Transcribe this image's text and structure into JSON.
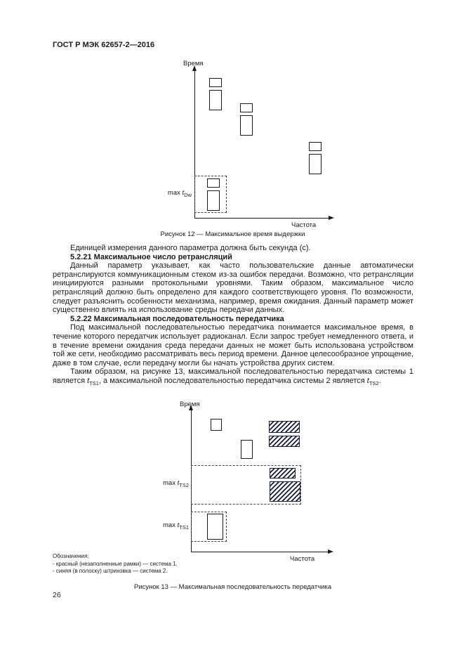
{
  "colors": {
    "ink": "#1a1a1a",
    "frame": "#1a1a1a",
    "hatch": "#141a45",
    "dash": "#444444"
  },
  "header": {
    "doc_number": "ГОСТ Р МЭК 62657-2—2016"
  },
  "figure12": {
    "y_axis": "Время",
    "x_axis": "Частота",
    "annotation": {
      "prefix": "max ",
      "var": "t",
      "sub": "Dw"
    },
    "caption": "Рисунок 12 — Максимальное время выдержки"
  },
  "body": {
    "p1": "Единицей измерения данного параметра должна быть секунда (с).",
    "h1": "5.2.21 Максимальное число ретрансляций",
    "p2": "Данный параметр указывает, как часто пользовательские данные автоматически ретранслируются коммуникационным стеком из-за ошибок передачи. Возможно, что ретрансляции инициируются разными протокольными уровнями. Таким образом, максимальное число ретрансляций должно быть определено для каждого соответствующего уровня. По возможности, следует разъяснить особенности механизма, например, время ожидания. Данный параметр может существенно влиять на использование среды передачи данных.",
    "h2": "5.2.22 Максимальная последовательность передатчика",
    "p3": "Под максимальной последовательностью передатчика понимается максимальное время, в течение которого передатчик использует радиоканал. Если запрос требует немедленного ответа, и в течение времени ожидания среда передачи данных не может быть использована устройством той же сети, необходимо рассматривать весь период времени. Данное целесообразное упрощение, даже в том случае, если передачу могли бы начать устройства других систем.",
    "p4": {
      "a": "Таким образом, на рисунке 13, максимальной последовательностью передатчика системы 1 является ",
      "var1": "t",
      "sub1": "TS1",
      "b": ", а максимальной последовательностью передатчика системы 2 является ",
      "var2": "t",
      "sub2": "TS2",
      "c": "."
    }
  },
  "figure13": {
    "y_axis": "Время",
    "x_axis": "Частота",
    "ts2": {
      "prefix": "max ",
      "var": "t",
      "sub": "TS2"
    },
    "ts1": {
      "prefix": "max ",
      "var": "t",
      "sub": "TS1"
    },
    "caption": "Рисунок 13 — Максимальная последовательность передатчика"
  },
  "legend": {
    "title": "Обозначения:",
    "items": [
      "- красный (незаполненные рамки) — система 1.",
      "- синяя (в полоску) штриховка — система 2."
    ]
  },
  "footer": {
    "page_number": "26"
  }
}
